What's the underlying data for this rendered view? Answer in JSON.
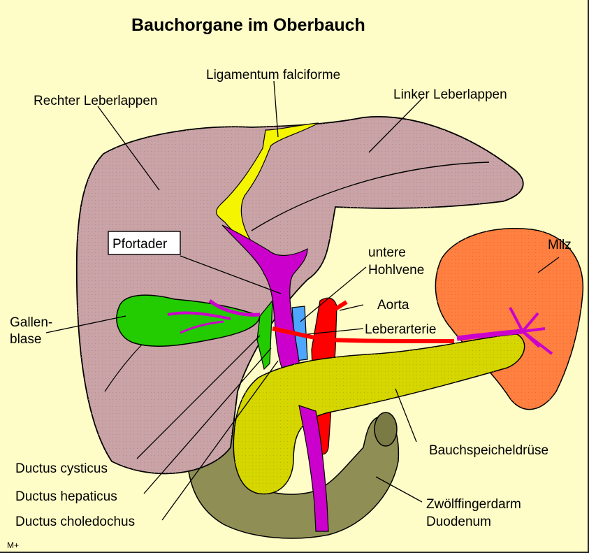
{
  "title": "Bauchorgane im Oberbauch",
  "labels": {
    "rechter_leberlappen": "Rechter Leberlappen",
    "ligamentum_falciforme": "Ligamentum falciforme",
    "linker_leberlappen": "Linker Leberlappen",
    "pfortader": "Pfortader",
    "untere_hohlvene_1": "untere",
    "untere_hohlvene_2": "Hohlvene",
    "milz": "Milz",
    "gallenblase_1": "Gallen-",
    "gallenblase_2": "blase",
    "aorta": "Aorta",
    "leberarterie": "Leberarterie",
    "bauchspeicheldruese": "Bauchspeicheldrüse",
    "ductus_cysticus": "Ductus cysticus",
    "ductus_hepaticus": "Ductus hepaticus",
    "ductus_choledochus": "Ductus choledochus",
    "zwoelffingerdarm": "Zwölffingerdarm",
    "duodenum": "Duodenum"
  },
  "corner_mark": "M+",
  "colors": {
    "background": "#fffdc7",
    "liver": "#c9a3a6",
    "liver_dots": "#b28b8f",
    "ligament": "#f5f500",
    "portal_vein": "#cc00cc",
    "bile_green": "#22cc00",
    "vena_cava": "#4da6ff",
    "artery_red": "#ff0000",
    "pancreas": "#d6d600",
    "spleen": "#ff8040",
    "duodenum": "#8f8f55"
  }
}
